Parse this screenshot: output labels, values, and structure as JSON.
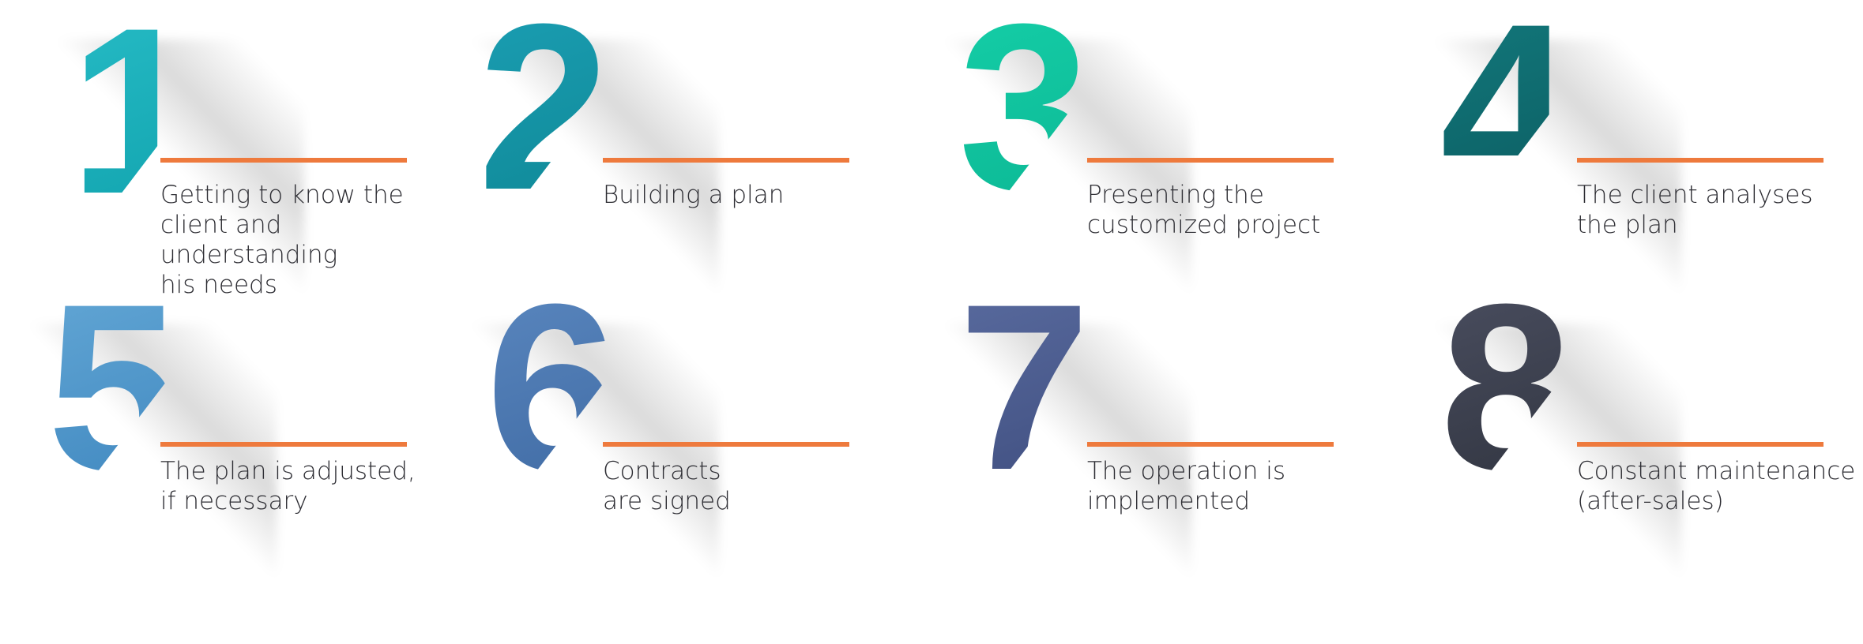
{
  "colors": {
    "accent_line": "#ee7a3d",
    "text": "#2d2d33"
  },
  "steps": [
    {
      "number": "1",
      "label": "Getting to know the\nclient and\nunderstanding\nhis needs",
      "color_top": "#27bcc6",
      "color_bottom": "#11a3ae"
    },
    {
      "number": "2",
      "label": "Building a plan",
      "color_top": "#1b9fb4",
      "color_bottom": "#0f8896"
    },
    {
      "number": "3",
      "label": "Presenting the\ncustomized project",
      "color_top": "#15cfa8",
      "color_bottom": "#0cb794"
    },
    {
      "number": "4",
      "label": "The client analyses\nthe plan",
      "color_top": "#137a7d",
      "color_bottom": "#0b5c61"
    },
    {
      "number": "5",
      "label": "The plan is adjusted,\nif necessary",
      "color_top": "#64a8d6",
      "color_bottom": "#3f87bf"
    },
    {
      "number": "6",
      "label": "Contracts\nare signed",
      "color_top": "#5b88c0",
      "color_bottom": "#3f6aa3"
    },
    {
      "number": "7",
      "label": "The operation is\nimplemented",
      "color_top": "#5a6ca0",
      "color_bottom": "#3f4e7f"
    },
    {
      "number": "8",
      "label": "Constant maintenance\n(after-sales)",
      "color_top": "#4b4f61",
      "color_bottom": "#30343f"
    }
  ]
}
